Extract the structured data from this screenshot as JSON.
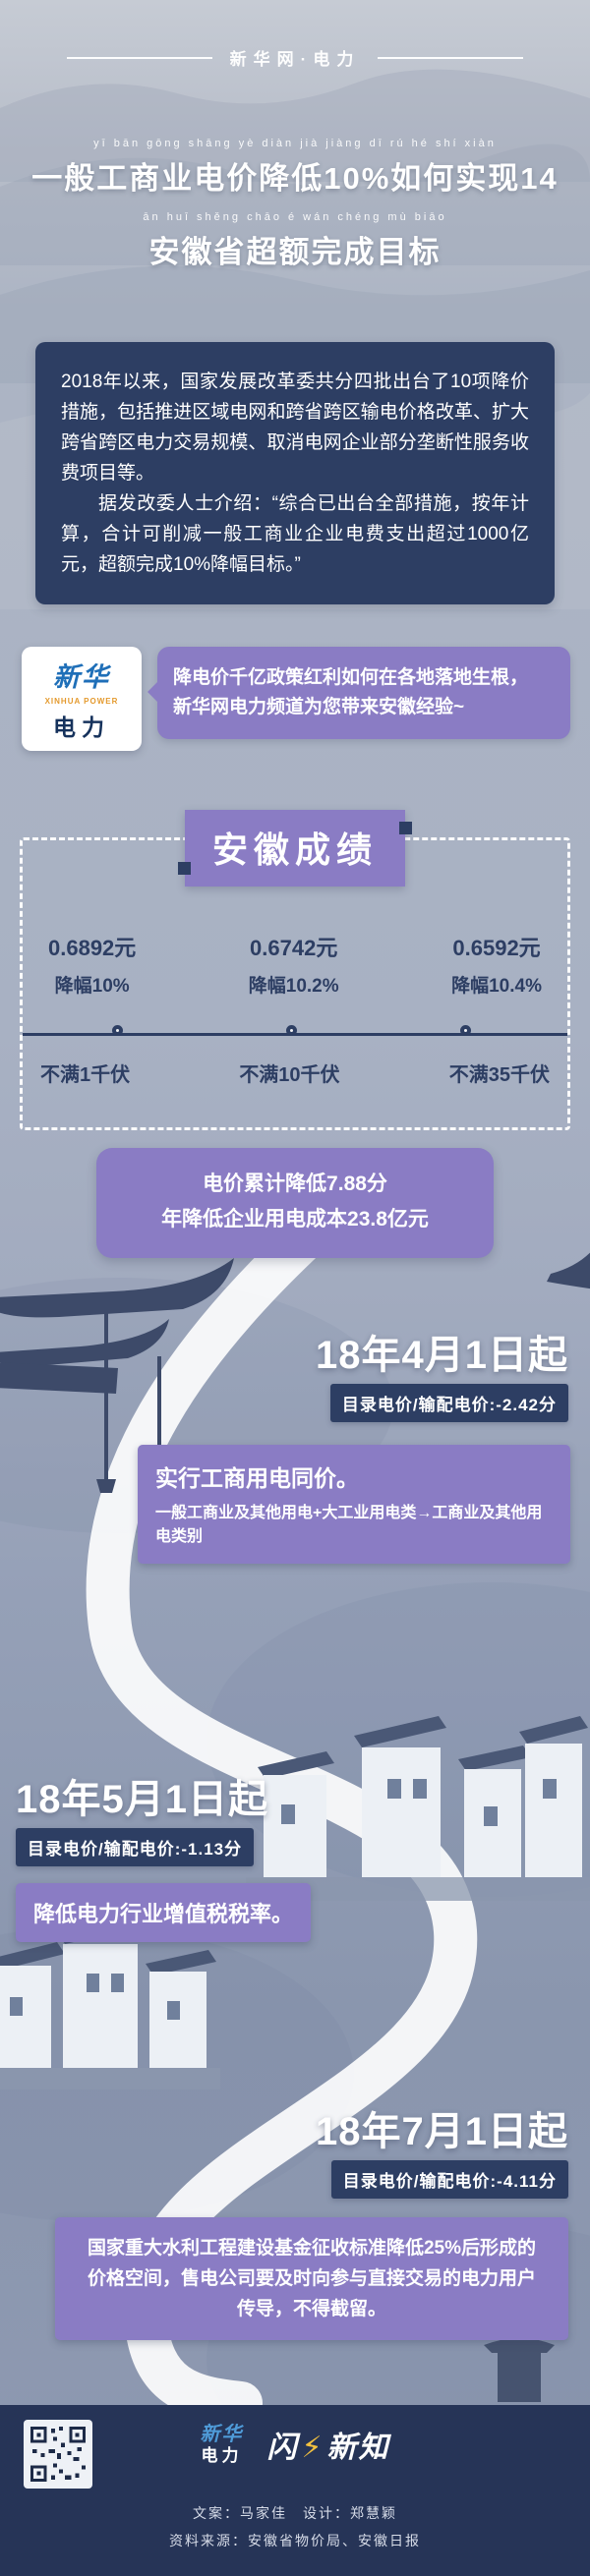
{
  "theme": {
    "purple": "#8a7cc4",
    "navy": "#2d3e63",
    "page_bg": "#a8b1c3",
    "footer_bg": "#263457",
    "highlight_yellow": "#f3c13f",
    "text_light": "#ffffff"
  },
  "header": {
    "brand": "新华网·电力",
    "pinyin_line1": "yī bān gōng shāng yè diàn jià jiàng dī rú hé shí xiàn",
    "title_line1": "一般工商业电价降低10%如何实现14",
    "pinyin_line2": "ān huī shěng chāo é wán chéng mù biāo",
    "title_line2": "安徽省超额完成目标"
  },
  "quote": {
    "para1": "2018年以来，国家发展改革委共分四批出台了10项降价措施，包括推进区域电网和跨省跨区输电价格改革、扩大跨省跨区电力交易规模、取消电网企业部分垄断性服务收费项目等。",
    "para2": "据发改委人士介绍：“综合已出台全部措施，按年计算，合计可削减一般工商业企业电费支出超过1000亿元，超额完成10%降幅目标。”"
  },
  "intro": {
    "logo_top": "新华",
    "logo_sub": "XINHUA POWER",
    "logo_bottom": "电力",
    "bubble_line1": "降电价千亿政策红利如何在各地落地生根，",
    "bubble_line2": "新华网电力频道为您带来安徽经验~"
  },
  "achievements": {
    "title": "安徽成绩",
    "items": [
      {
        "price": "0.6892元",
        "drop": "降幅10%",
        "label": "不满1千伏"
      },
      {
        "price": "0.6742元",
        "drop": "降幅10.2%",
        "label": "不满10千伏"
      },
      {
        "price": "0.6592元",
        "drop": "降幅10.4%",
        "label": "不满35千伏"
      }
    ],
    "summary_line1": "电价累计降低7.88分",
    "summary_line2": "年降低企业用电成本23.8亿元"
  },
  "milestones": [
    {
      "date": "18年4月1日起",
      "badge": "目录电价/输配电价:-2.42分",
      "note_title": "实行工商用电同价。",
      "note_detail": "一般工商业及其他用电+大工业用电类→工商业及其他用电类别"
    },
    {
      "date": "18年5月1日起",
      "badge": "目录电价/输配电价:-1.13分",
      "note_title": "降低电力行业增值税税率。",
      "note_detail": ""
    },
    {
      "date": "18年7月1日起",
      "badge": "目录电价/输配电价:-4.11分",
      "note_title": "",
      "note_detail": "国家重大水利工程建设基金征收标准降低25%后形成的价格空间，售电公司要及时向参与直接交易的电力用户传导，不得截留。"
    }
  ],
  "footer": {
    "logo_top": "新华",
    "logo_bottom": "电力",
    "slogan_flash": "闪",
    "slogan_bolt": "⚡",
    "slogan_rest": "新知",
    "credits": "文案：马家佳　设计：郑慧颖",
    "source": "资料来源：安徽省物价局、安徽日报"
  }
}
